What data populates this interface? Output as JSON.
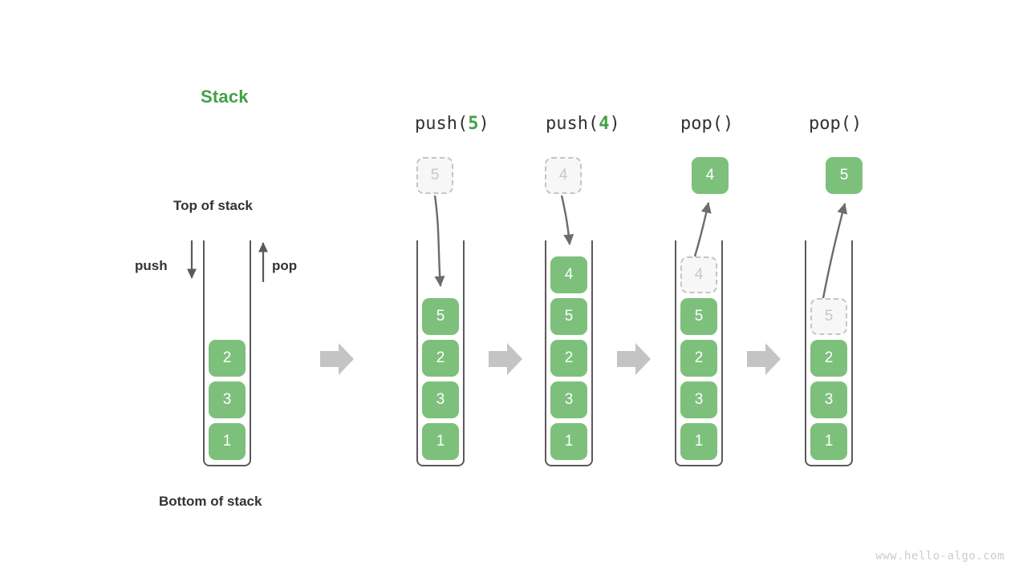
{
  "diagram": {
    "title": "Stack",
    "title_color": "#43a047",
    "top_label": "Top of stack",
    "bottom_label": "Bottom of stack",
    "push_label": "push",
    "pop_label": "pop",
    "watermark": "www.hello-algo.com",
    "cell_color": "#7cc07c",
    "ghost_color": "#f7f7f7",
    "flow_arrow_color": "#c4c4c4"
  },
  "columns": [
    {
      "id": "initial",
      "op_prefix": "",
      "op_arg": "",
      "op_suffix": "",
      "has_op_label": false,
      "floating": null,
      "cells": [
        {
          "value": "2",
          "state": "filled"
        },
        {
          "value": "3",
          "state": "filled"
        },
        {
          "value": "1",
          "state": "filled"
        }
      ]
    },
    {
      "id": "push-5",
      "op_prefix": "push(",
      "op_arg": "5",
      "op_suffix": ")",
      "has_op_label": true,
      "floating": {
        "value": "5",
        "state": "ghost"
      },
      "cells": [
        {
          "value": "5",
          "state": "filled"
        },
        {
          "value": "2",
          "state": "filled"
        },
        {
          "value": "3",
          "state": "filled"
        },
        {
          "value": "1",
          "state": "filled"
        }
      ]
    },
    {
      "id": "push-4",
      "op_prefix": "push(",
      "op_arg": "4",
      "op_suffix": ")",
      "has_op_label": true,
      "floating": {
        "value": "4",
        "state": "ghost"
      },
      "cells": [
        {
          "value": "4",
          "state": "filled"
        },
        {
          "value": "5",
          "state": "filled"
        },
        {
          "value": "2",
          "state": "filled"
        },
        {
          "value": "3",
          "state": "filled"
        },
        {
          "value": "1",
          "state": "filled"
        }
      ]
    },
    {
      "id": "pop-1",
      "op_prefix": "pop(",
      "op_arg": "",
      "op_suffix": ")",
      "has_op_label": true,
      "floating": {
        "value": "4",
        "state": "filled"
      },
      "cells": [
        {
          "value": "4",
          "state": "ghost"
        },
        {
          "value": "5",
          "state": "filled"
        },
        {
          "value": "2",
          "state": "filled"
        },
        {
          "value": "3",
          "state": "filled"
        },
        {
          "value": "1",
          "state": "filled"
        }
      ]
    },
    {
      "id": "pop-2",
      "op_prefix": "pop(",
      "op_arg": "",
      "op_suffix": ")",
      "has_op_label": true,
      "floating": {
        "value": "5",
        "state": "filled"
      },
      "cells": [
        {
          "value": "5",
          "state": "ghost"
        },
        {
          "value": "2",
          "state": "filled"
        },
        {
          "value": "3",
          "state": "filled"
        },
        {
          "value": "1",
          "state": "filled"
        }
      ]
    }
  ]
}
